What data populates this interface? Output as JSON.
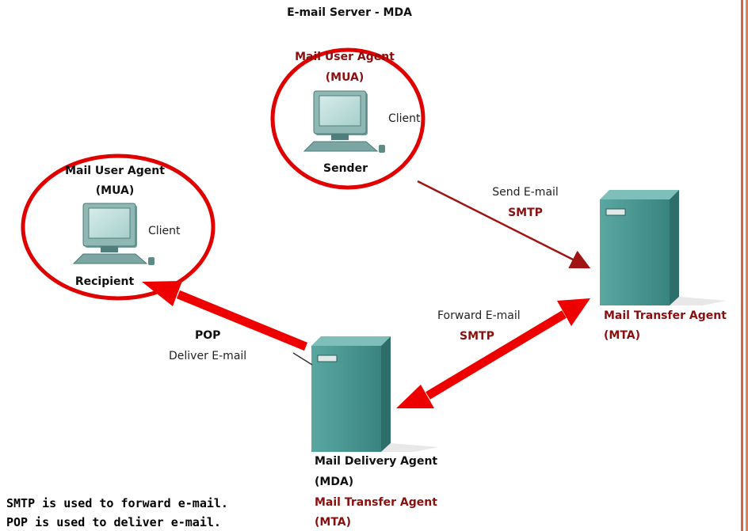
{
  "server_title": "E-mail Server - MDA",
  "sender": {
    "agent_line1": "Mail User Agent",
    "agent_line2": "(MUA)",
    "client": "Client",
    "role": "Sender"
  },
  "recipient": {
    "agent_line1": "Mail User Agent",
    "agent_line2": "(MUA)",
    "client": "Client",
    "role": "Recipient"
  },
  "send_link": {
    "label": "Send E-mail",
    "protocol": "SMTP"
  },
  "forward_link": {
    "label": "Forward E-mail",
    "protocol": "SMTP"
  },
  "deliver_link": {
    "protocol": "POP",
    "label": "Deliver E-mail"
  },
  "mta": {
    "line1": "Mail Transfer Agent",
    "line2": "(MTA)"
  },
  "mda": {
    "line1": "Mail Delivery Agent",
    "line2": "(MDA)",
    "line3": "Mail Transfer Agent",
    "line4": "(MTA)"
  },
  "footnotes": [
    "SMTP is used to forward e-mail.",
    "POP is used to deliver e-mail."
  ],
  "colors": {
    "highlight": "#e00000",
    "agent_text": "#8b0f0f",
    "arrow": "#ee0000",
    "server": "#3f8a86"
  }
}
